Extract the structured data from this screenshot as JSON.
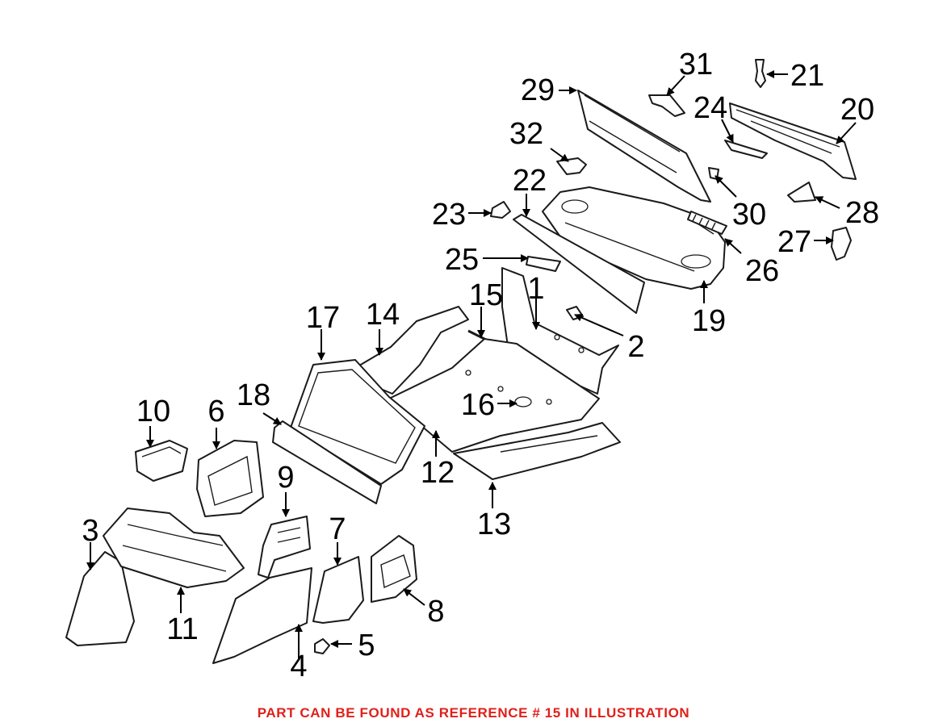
{
  "diagram": {
    "callouts": {
      "c1": "1",
      "c2": "2",
      "c3": "3",
      "c4": "4",
      "c5": "5",
      "c6": "6",
      "c7": "7",
      "c8": "8",
      "c9": "9",
      "c10": "10",
      "c11": "11",
      "c12": "12",
      "c13": "13",
      "c14": "14",
      "c15": "15",
      "c16": "16",
      "c17": "17",
      "c18": "18",
      "c19": "19",
      "c20": "20",
      "c21": "21",
      "c22": "22",
      "c23": "23",
      "c24": "24",
      "c25": "25",
      "c26": "26",
      "c27": "27",
      "c28": "28",
      "c29": "29",
      "c30": "30",
      "c31": "31",
      "c32": "32"
    }
  },
  "footer": {
    "note": "PART CAN BE FOUND AS REFERENCE # 15 IN ILLUSTRATION",
    "note_color": "#e0201b"
  }
}
